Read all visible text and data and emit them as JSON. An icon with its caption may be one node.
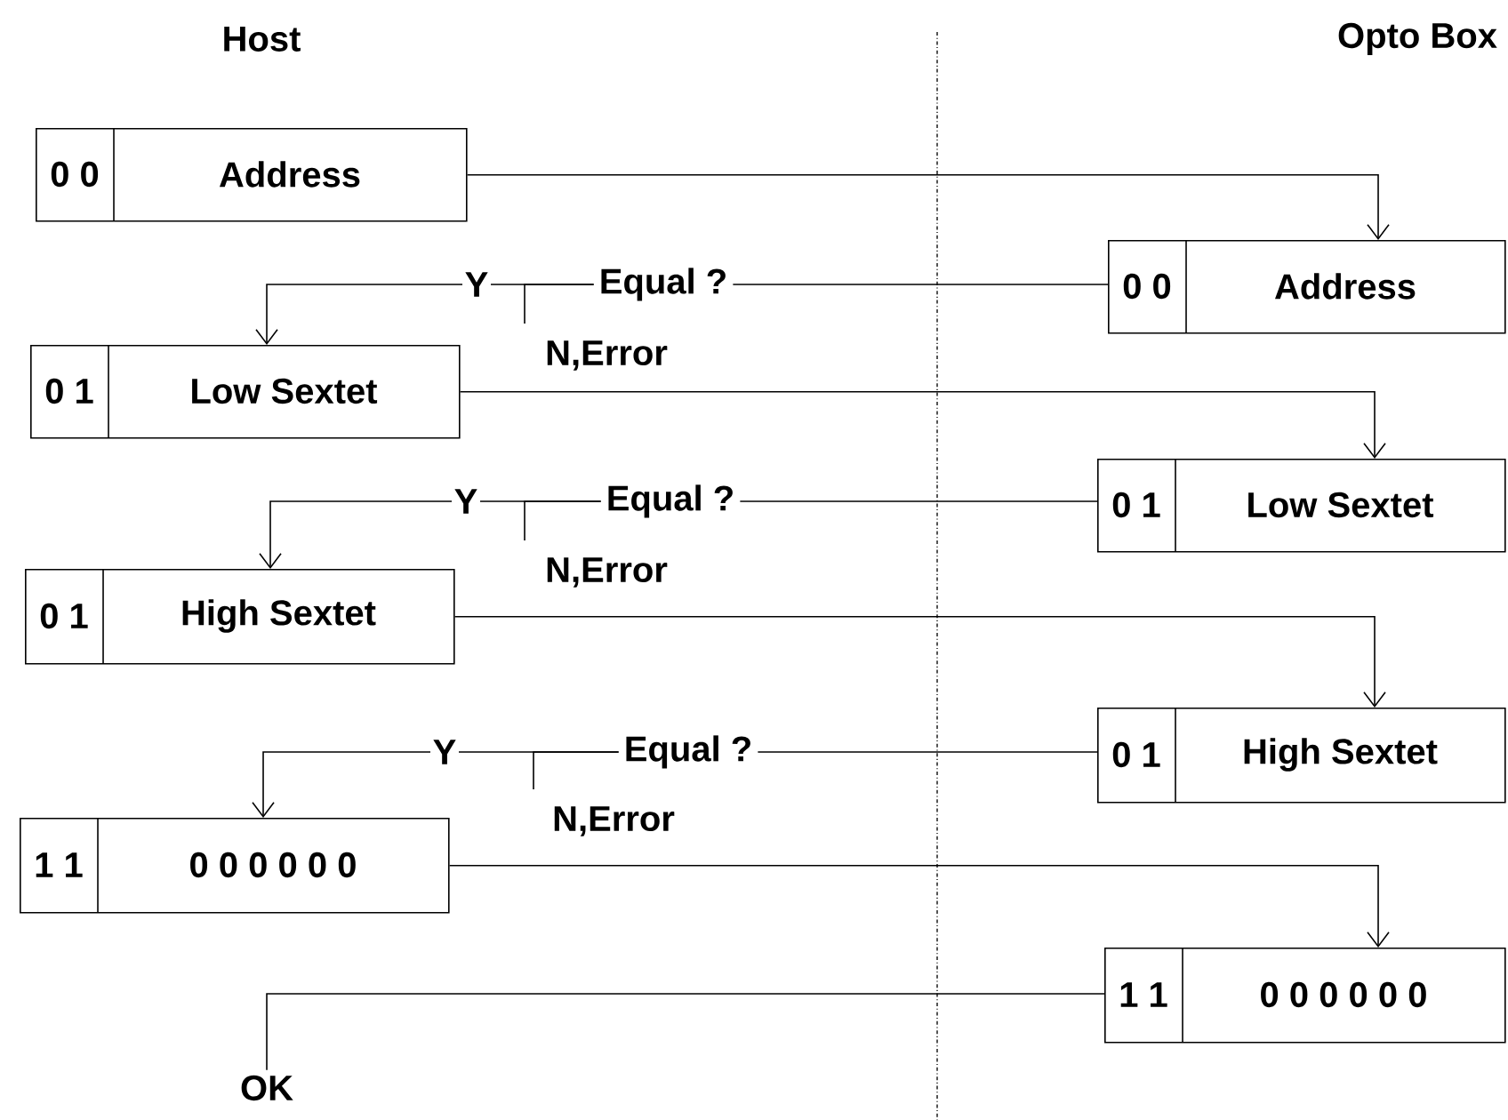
{
  "diagram": {
    "nodes": [
      {
        "text": [
          "0 0",
          "Address"
        ]
      },
      {
        "text": [
          "0 0",
          "Address"
        ]
      },
      {
        "text": [
          "0 1",
          "Low Sextet"
        ]
      },
      {
        "text": [
          "0 1",
          "Low Sextet"
        ]
      },
      {
        "text": [
          "0 1",
          "High Sextet"
        ]
      },
      {
        "text": [
          "0 1",
          "High Sextet"
        ]
      },
      {
        "text": [
          "1 1",
          "0 0 0 0 0 0"
        ]
      },
      {
        "text": [
          "1 1",
          "0 0 0 0 0 0"
        ]
      },
      {
        "text": [
          "Equal ?"
        ]
      },
      {
        "text": [
          "N,Error"
        ]
      },
      {
        "text": [
          "Equal ?"
        ]
      },
      {
        "text": [
          "N,Error"
        ]
      },
      {
        "text": [
          "Equal ?"
        ]
      },
      {
        "text": [
          "N,Error"
        ]
      },
      {
        "text": [
          "OK"
        ]
      }
    ],
    "edges": [
      {
        "from": 0,
        "to": 1,
        "arrow": "to"
      },
      {
        "from": 1,
        "to": 8,
        "arrow": "none"
      },
      {
        "from": 8,
        "to": 2,
        "arrow": "to",
        "label": "Y"
      },
      {
        "from": 8,
        "to": 9,
        "arrow": "none"
      },
      {
        "from": 2,
        "to": 3,
        "arrow": "to"
      },
      {
        "from": 3,
        "to": 10,
        "arrow": "none"
      },
      {
        "from": 10,
        "to": 4,
        "arrow": "to",
        "label": "Y"
      },
      {
        "from": 10,
        "to": 11,
        "arrow": "none"
      },
      {
        "from": 4,
        "to": 5,
        "arrow": "to"
      },
      {
        "from": 5,
        "to": 12,
        "arrow": "none"
      },
      {
        "from": 12,
        "to": 6,
        "arrow": "to",
        "label": "Y"
      },
      {
        "from": 12,
        "to": 13,
        "arrow": "none"
      },
      {
        "from": 6,
        "to": 7,
        "arrow": "to"
      },
      {
        "from": 7,
        "to": 14,
        "arrow": "none"
      }
    ],
    "labels": [
      "Host",
      "Opto Box"
    ]
  }
}
